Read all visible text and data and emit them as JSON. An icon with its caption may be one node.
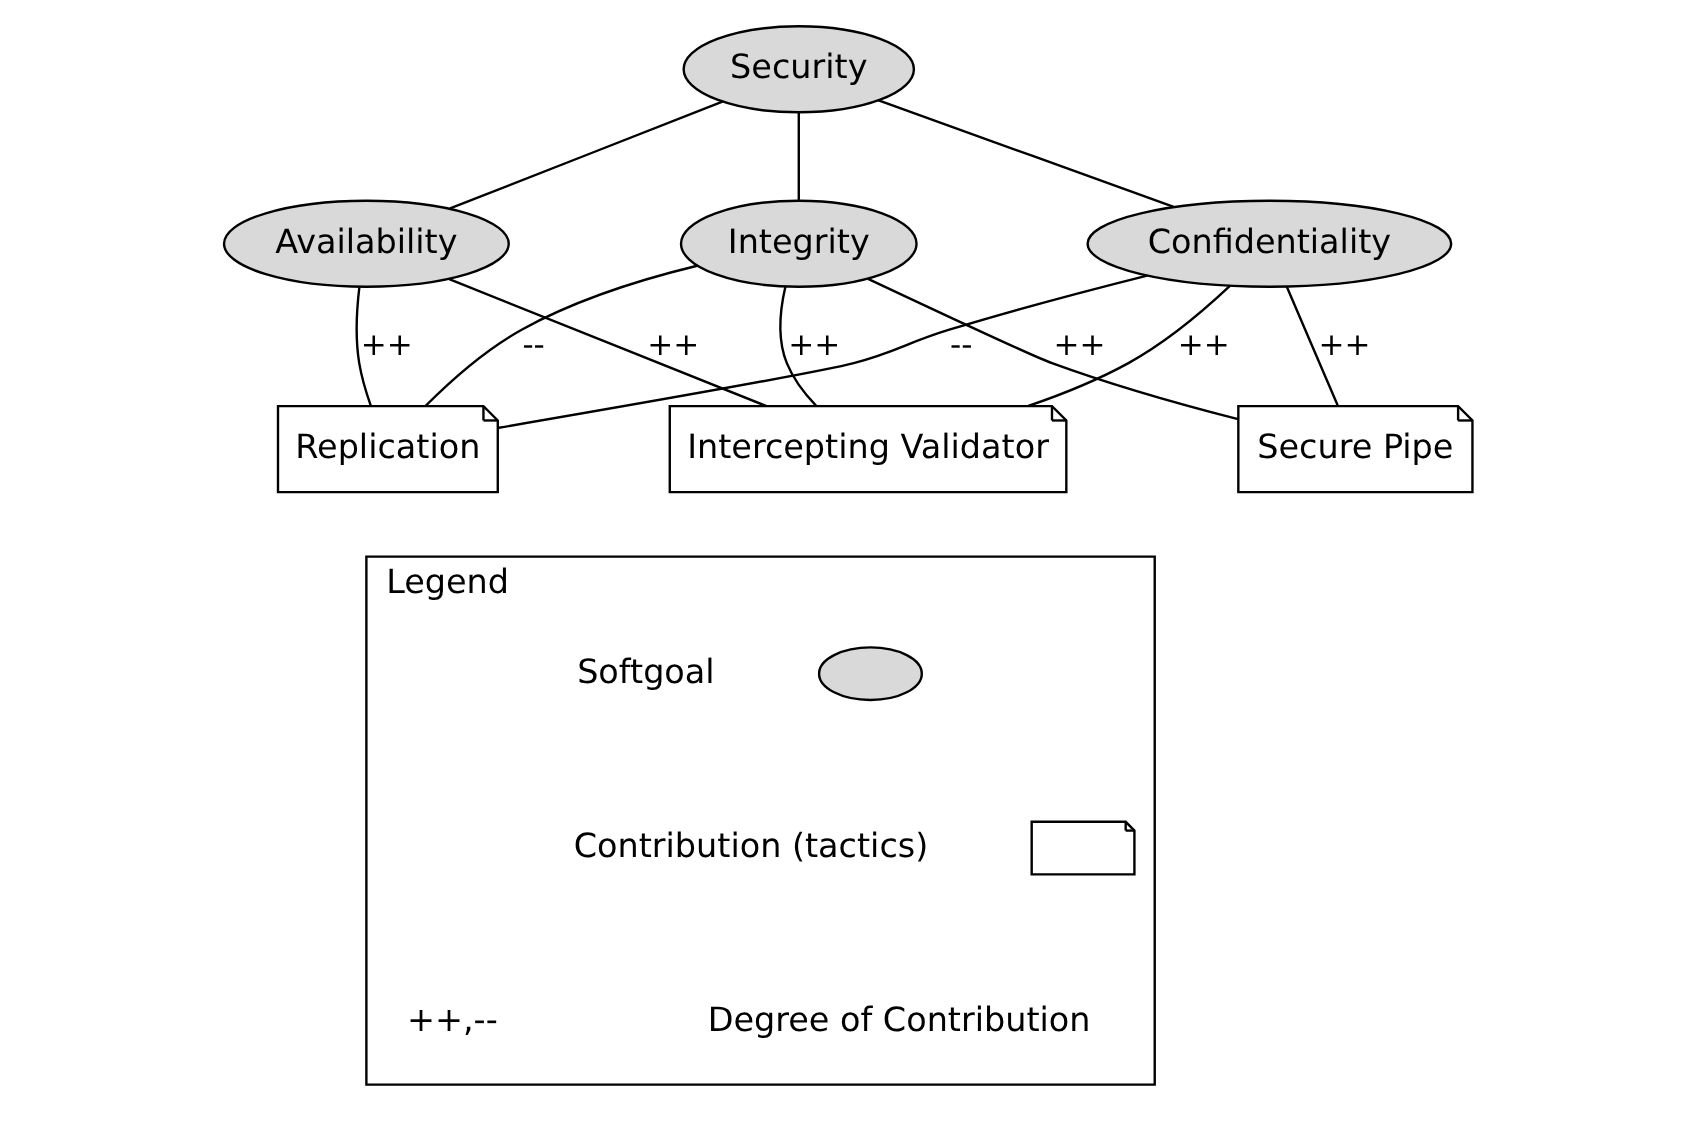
{
  "diagram": {
    "nodes": [
      {
        "text": [
          "Security"
        ]
      },
      {
        "text": [
          "Availability"
        ]
      },
      {
        "text": [
          "Integrity"
        ]
      },
      {
        "text": [
          "Confidentiality"
        ]
      },
      {
        "text": [
          "Replication"
        ]
      },
      {
        "text": [
          "Intercepting Validator"
        ]
      },
      {
        "text": [
          "Secure Pipe"
        ]
      },
      {
        "text": [
          "Legend"
        ]
      },
      {
        "text": [],
        "shape": "cloud",
        "in": 7
      },
      {
        "text": [],
        "shape": "document",
        "in": 7
      }
    ],
    "edges": [
      {
        "from": 0,
        "to": 1,
        "arrow": "none"
      },
      {
        "from": 0,
        "to": 2,
        "arrow": "none"
      },
      {
        "from": 0,
        "to": 3,
        "arrow": "none"
      },
      {
        "from": 1,
        "to": 4,
        "arrow": "none",
        "label": "++"
      },
      {
        "from": 1,
        "to": 5,
        "arrow": "none",
        "label": "++"
      },
      {
        "from": 2,
        "to": 4,
        "arrow": "none",
        "label": "--"
      },
      {
        "from": 2,
        "to": 5,
        "arrow": "none",
        "label": "++"
      },
      {
        "from": 2,
        "to": 6,
        "arrow": "none",
        "label": "++"
      },
      {
        "from": 3,
        "to": 4,
        "arrow": "none",
        "label": "--"
      },
      {
        "from": 3,
        "to": 5,
        "arrow": "none",
        "label": "++"
      },
      {
        "from": 3,
        "to": 6,
        "arrow": "none",
        "label": "++"
      }
    ],
    "labels": [
      "++,--"
    ],
    "legend": [
      {
        "text": "Softgoal"
      },
      {
        "text": "Contribution (tactics)"
      },
      {
        "text": "Degree of Contribution"
      }
    ]
  }
}
